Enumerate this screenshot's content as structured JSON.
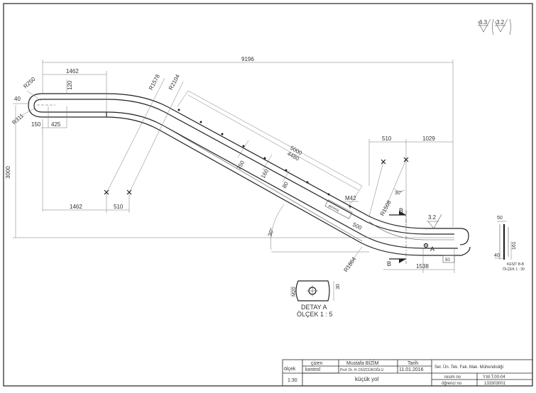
{
  "surface": {
    "finish_primary": "6.3",
    "finish_secondary": "3.2",
    "finish_local": "3.2"
  },
  "dims": {
    "overall_length": "9196",
    "top_flat_length": "1462",
    "bottom_left_length": "1462",
    "bottom_mid_length": "510",
    "upper_right_a": "510",
    "upper_right_b": "1029",
    "lower_right_length": "1538",
    "height": "3000",
    "thickness_120": "120",
    "end_length_425": "425",
    "end_length_150": "150",
    "depth_40": "40",
    "radius_250": "R250",
    "radius_311": "R311",
    "radius_1578": "R1578",
    "radius_2104": "R2104",
    "radius_1508": "R1508",
    "radius_1864": "R1864",
    "slope_5000": "5000",
    "slope_4480": "4480",
    "offset_750": "750",
    "offset_160": "160",
    "offset_80": "80",
    "thread_m42": "M42",
    "length_500": "500",
    "angle_top": "30°",
    "angle_bottom": "30°",
    "small_50": "50",
    "section_50": "50",
    "section_40": "40",
    "section_161": "161"
  },
  "labels": {
    "section_mark": "B",
    "detail_mark": "A",
    "section_title": "KESİT B-B",
    "section_scale": "ÖLÇEK 1 : 30",
    "detail_title": "DETAY A",
    "detail_scale": "ÖLÇEK 1 : 5",
    "detail_m20": "M20",
    "detail_30": "30",
    "view_note": "görünüş"
  },
  "titleblock": {
    "drawn_label": "çizen",
    "check_label": "kontrol",
    "drawn_name": "Mustafa BİZİM",
    "check_name": "Prof. Dr. H. DÜZCÜKOĞLU",
    "date_label": "Tarih",
    "date_value": "11.01.2016",
    "scale_label": "ölçek",
    "scale_value": "1:30",
    "part_name": "küçük yol",
    "school": "Sel. Ün. Tek. Fak. Mak. Mühendisliği",
    "drawing_no_label": "resim no",
    "drawing_no": "Y.M.T.00-04",
    "student_no_label": "öğrenci no",
    "student_no": "133303001"
  }
}
